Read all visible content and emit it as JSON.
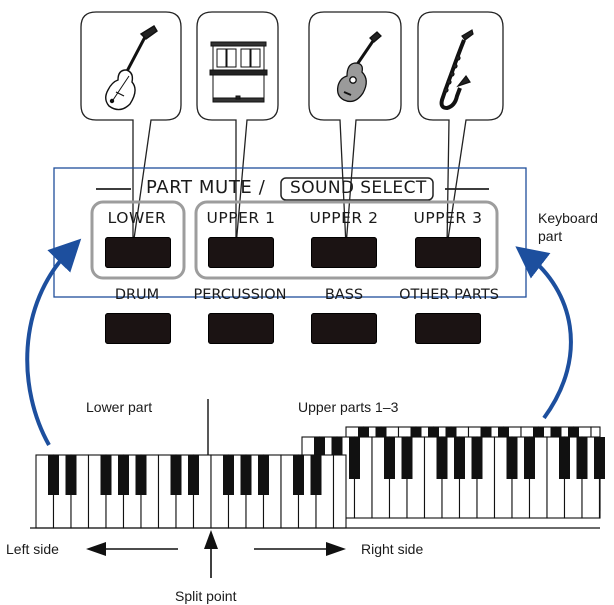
{
  "panel": {
    "title_left": "PART MUTE /",
    "title_boxed": "SOUND SELECT"
  },
  "buttons_row1": [
    "LOWER",
    "UPPER 1",
    "UPPER 2",
    "UPPER 3"
  ],
  "buttons_row2": [
    "DRUM",
    "PERCUSSION",
    "BASS",
    "OTHER PARTS"
  ],
  "labels": {
    "keyboard_part_line1": "Keyboard",
    "keyboard_part_line2": "part",
    "lower_part": "Lower part",
    "upper_parts": "Upper parts 1–3",
    "left_side": "Left side",
    "right_side": "Right side",
    "split_point": "Split point"
  },
  "callout_icons": [
    "electric-bass-icon",
    "upright-piano-icon",
    "acoustic-guitar-icon",
    "saxophone-icon"
  ],
  "colors": {
    "panel_border": "#1f4f9c",
    "arrow_blue": "#1d4f9e",
    "group_outline": "#9d9d9d",
    "pad": "#1b1313"
  }
}
